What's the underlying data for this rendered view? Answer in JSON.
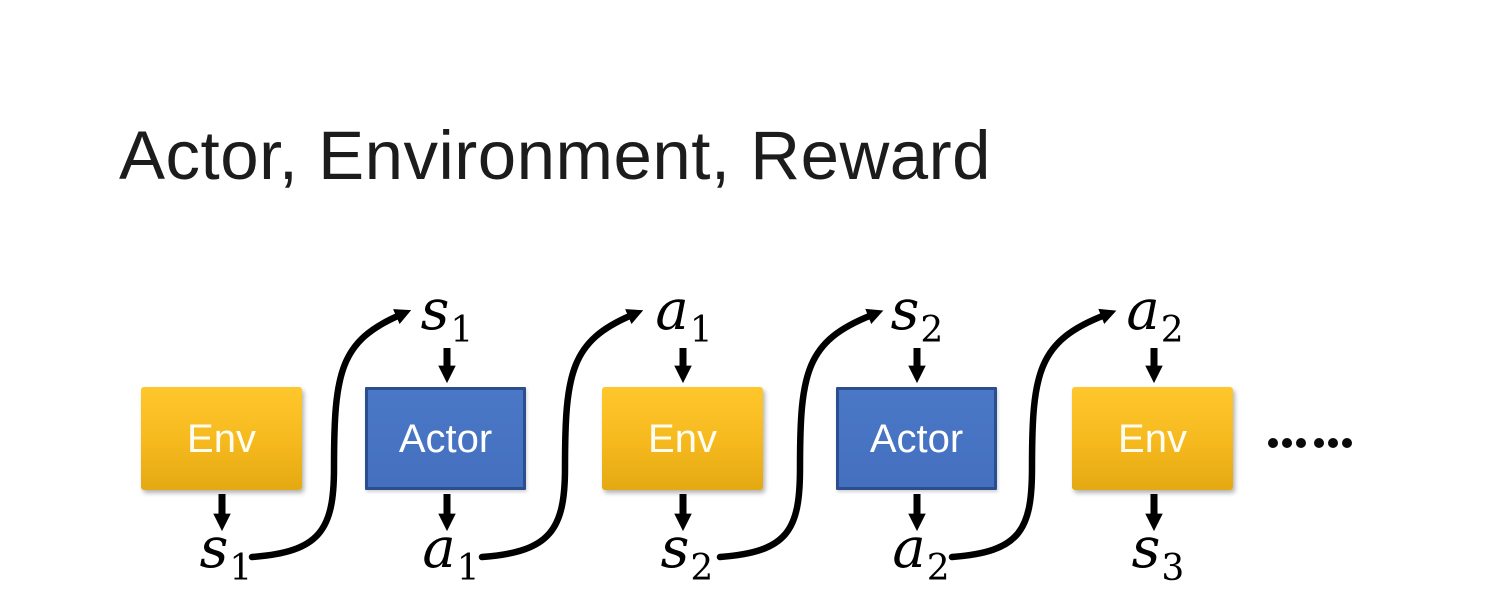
{
  "slide": {
    "title": "Actor, Environment, Reward",
    "ellipsis": "……"
  },
  "diagram": {
    "boxes": [
      {
        "label": "Env",
        "type": "env"
      },
      {
        "label": "Actor",
        "type": "actor"
      },
      {
        "label": "Env",
        "type": "env"
      },
      {
        "label": "Actor",
        "type": "actor"
      },
      {
        "label": "Env",
        "type": "env"
      }
    ],
    "top_labels": [
      {
        "main": "s",
        "sub": "1"
      },
      {
        "main": "a",
        "sub": "1"
      },
      {
        "main": "s",
        "sub": "2"
      },
      {
        "main": "a",
        "sub": "2"
      }
    ],
    "bottom_labels": [
      {
        "main": "s",
        "sub": "1"
      },
      {
        "main": "a",
        "sub": "1"
      },
      {
        "main": "s",
        "sub": "2"
      },
      {
        "main": "a",
        "sub": "2"
      },
      {
        "main": "s",
        "sub": "3"
      }
    ],
    "colors": {
      "env_gradient_top": "#FFC72C",
      "env_gradient_bottom": "#E4A912",
      "env_text": "#FFFDF2",
      "actor_fill": "#4A77C6",
      "actor_border": "#2B4F8E",
      "actor_text": "#FFFFFF",
      "arrow": "#000000",
      "title_text": "#1C1C1C",
      "background": "#FFFFFF"
    }
  }
}
